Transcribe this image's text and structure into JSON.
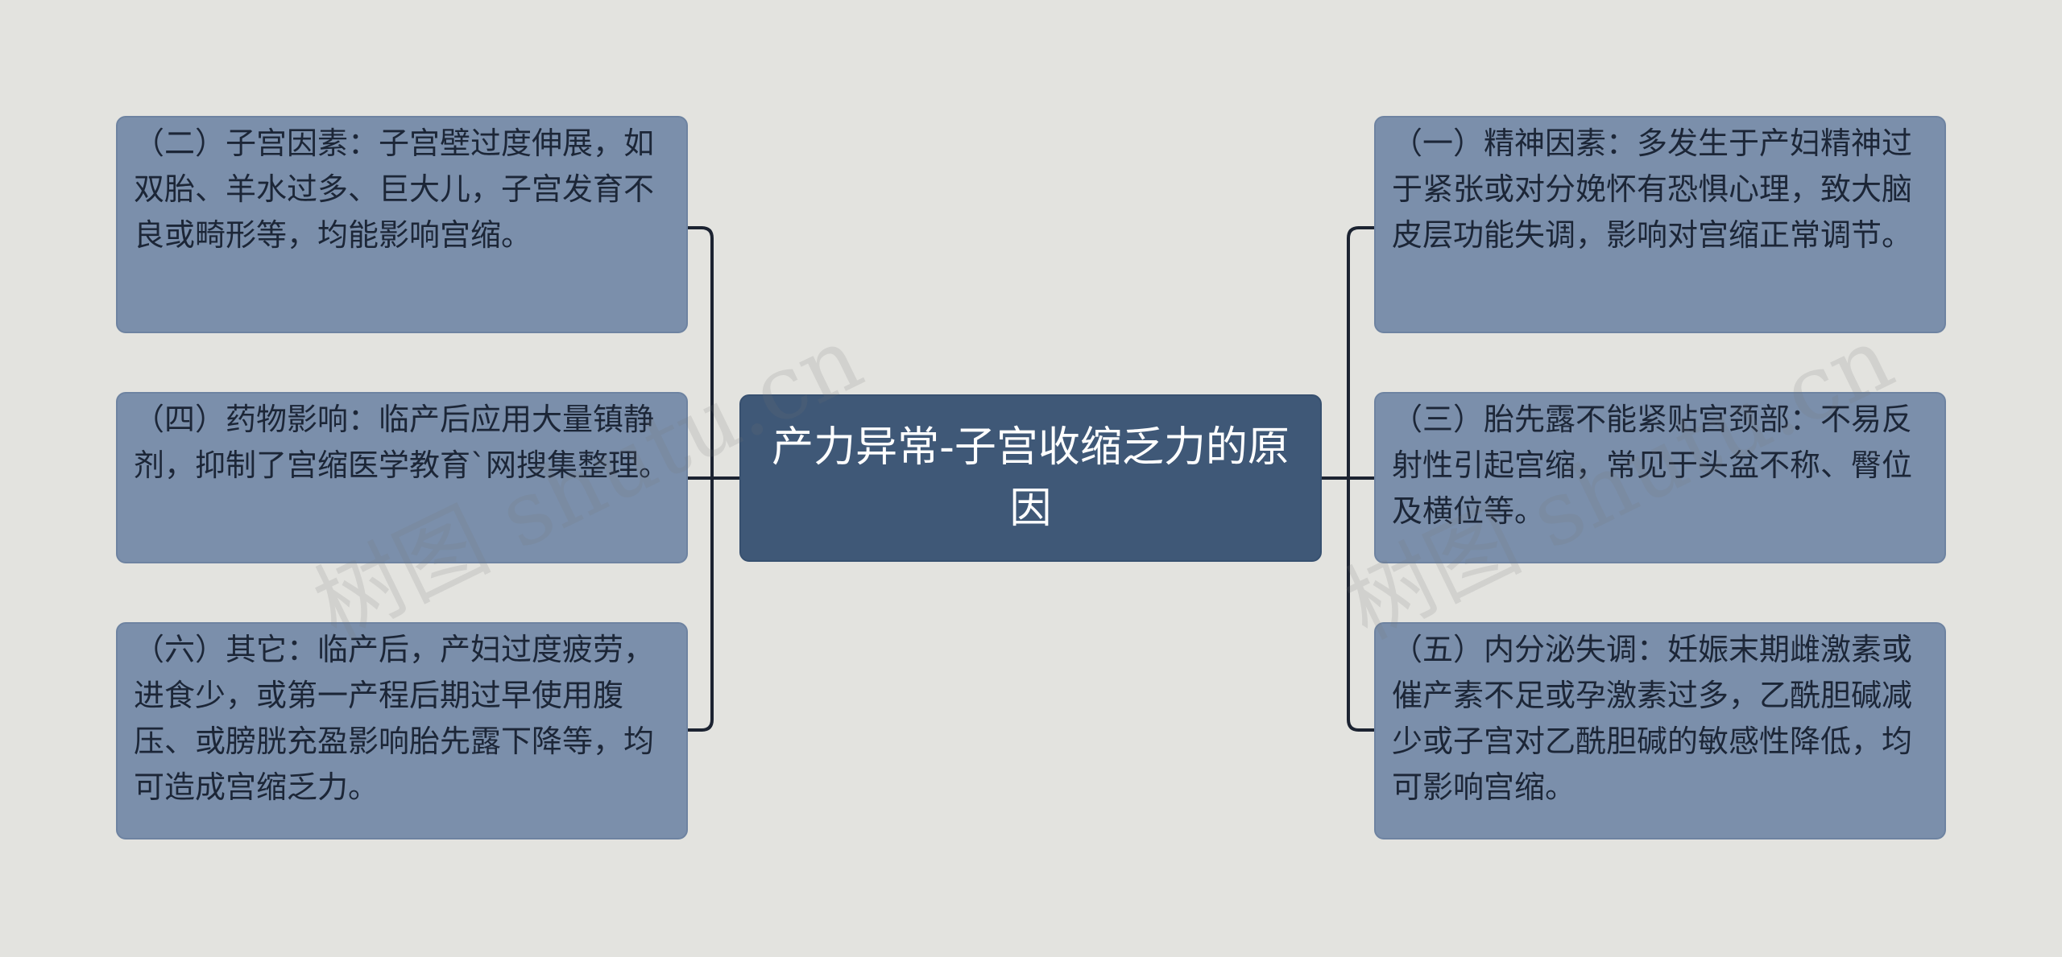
{
  "center": {
    "title": "产力异常-子宫收缩乏力的原因"
  },
  "nodes": {
    "left_1": "（二）子宫因素：子宫壁过度伸展，如双胎、羊水过多、巨大儿，子宫发育不良或畸形等，均能影响宫缩。",
    "left_2": "（四）药物影响：临产后应用大量镇静剂，抑制了宫缩医学教育`网搜集整理。",
    "left_3": "（六）其它：临产后，产妇过度疲劳，进食少，或第一产程后期过早使用腹压、或膀胱充盈影响胎先露下降等，均可造成宫缩乏力。",
    "right_1": "（一）精神因素：多发生于产妇精神过于紧张或对分娩怀有恐惧心理，致大脑皮层功能失调，影响对宫缩正常调节。",
    "right_2": "（三）胎先露不能紧贴宫颈部：不易反射性引起宫缩，常见于头盆不称、臀位及横位等。",
    "right_3": "（五）内分泌失调：妊娠末期雌激素或催产素不足或孕激素过多，乙酰胆碱减少或子宫对乙酰胆碱的敏感性降低，均可影响宫缩。"
  },
  "watermark": {
    "text": "树图 shutu.cn"
  },
  "colors": {
    "background": "#e3e3df",
    "center_fill": "#3f5877",
    "node_fill": "#7b8fab",
    "connector": "#1c2331"
  }
}
